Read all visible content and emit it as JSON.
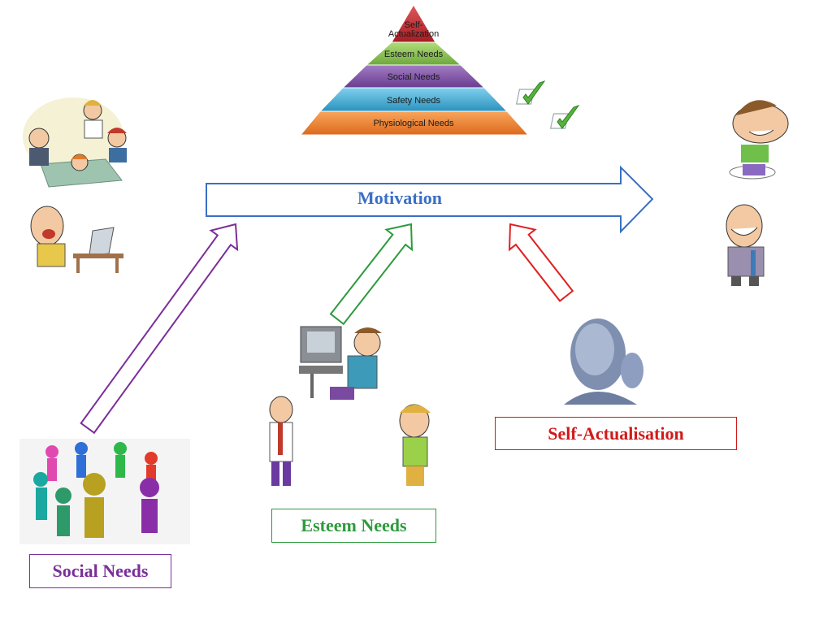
{
  "pyramid": {
    "levels": [
      {
        "label": "Self-\nActualization",
        "color": "#c0262b"
      },
      {
        "label": "Esteem Needs",
        "color": "#7ab648"
      },
      {
        "label": "Social Needs",
        "color": "#7a4a9e"
      },
      {
        "label": "Safety Needs",
        "color": "#3aa6cf"
      },
      {
        "label": "Physiological Needs",
        "color": "#ee7d2b"
      }
    ],
    "checkmark_icon": "checkmark-icon"
  },
  "main_arrow": {
    "label": "Motivation",
    "color": "#3a6fc4"
  },
  "labels": {
    "social": {
      "text": "Social Needs",
      "color": "#7a2e9a"
    },
    "esteem": {
      "text": "Esteem Needs",
      "color": "#2e9a3c"
    },
    "self": {
      "text": "Self-Actualisation",
      "color": "#d11a1a"
    }
  },
  "arrow_colors": {
    "social": "#7a2e9a",
    "esteem": "#2e9a3c",
    "self": "#e02020"
  },
  "illustrations": [
    "meeting-cartoon-icon",
    "stressed-worker-icon",
    "celebrating-people-icon",
    "people-circle-icon",
    "computer-worker-icon",
    "talking-colleagues-icon",
    "thinking-man-icon"
  ]
}
